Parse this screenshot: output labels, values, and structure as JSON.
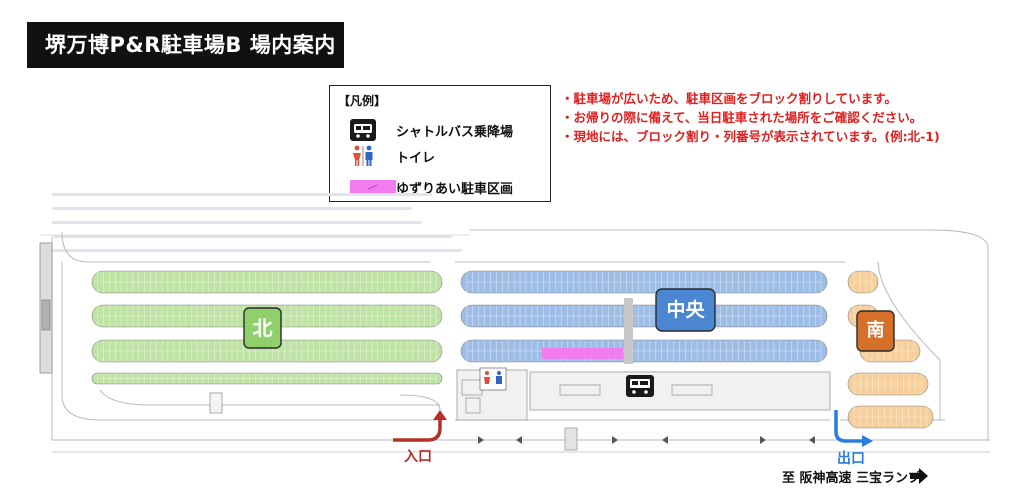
{
  "title": "堺万博P&R駐車場B 場内案内",
  "legend": {
    "heading": "【凡例】",
    "items": [
      {
        "icon": "bus-icon",
        "label": "シャトルバス乗降場"
      },
      {
        "icon": "restroom-icon",
        "label": "トイレ"
      },
      {
        "icon": "priority-parking-swatch",
        "label": "ゆずりあい駐車区画",
        "color": "#f07cf0"
      }
    ]
  },
  "notes": [
    "・駐車場が広いため、駐車区画をブロック割りしています。",
    "・お帰りの際に備えて、当日駐車された場所をご確認ください。",
    "・現地には、ブロック割り・列番号が表示されています。(例:北-1)"
  ],
  "zones": {
    "north": {
      "label": "北",
      "color": "#8fd06b",
      "fill": "#bfe3a5"
    },
    "center": {
      "label": "中央",
      "color": "#4a86d1",
      "fill": "#9dbde6"
    },
    "south": {
      "label": "南",
      "color": "#d4702a",
      "fill": "#f6cf9a"
    }
  },
  "entrance": "入口",
  "exit": "出口",
  "direction": "至 阪神高速 三宝ランプ",
  "colors": {
    "entrance": "#b5302a",
    "exit": "#2a7de0",
    "notes": "#e0201f"
  }
}
